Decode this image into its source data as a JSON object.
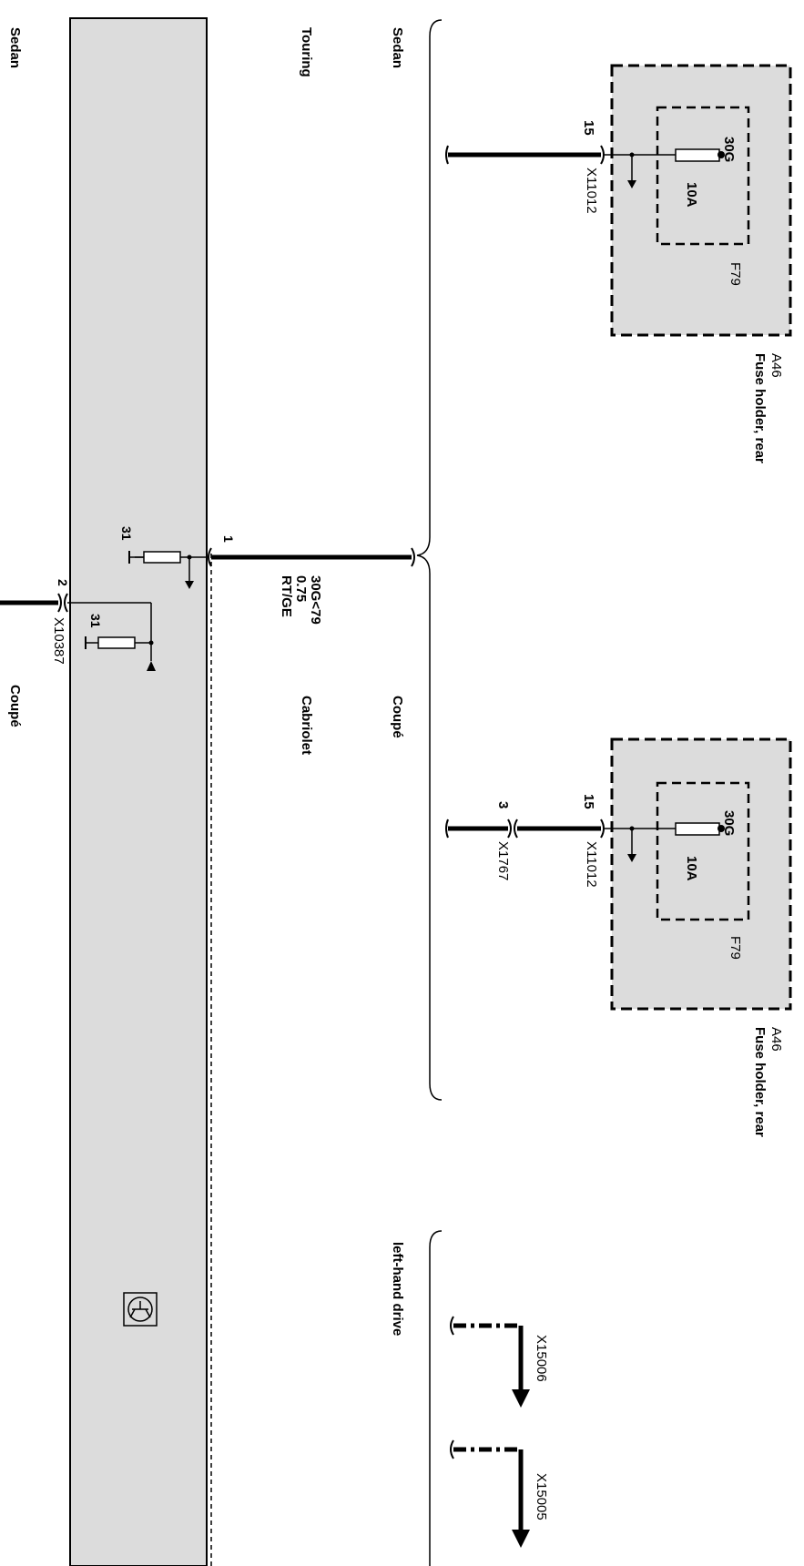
{
  "variants": {
    "sedan_left": "Sedan",
    "touring": "Touring",
    "sedan_top": "Sedan",
    "coupe_bottom": "Coupé",
    "cabriolet": "Cabriolet",
    "coupe_mid": "Coupé",
    "left_hand_drive": "left-hand drive"
  },
  "module_top": {
    "pin": "15",
    "connector": "X11012",
    "terminal": "30G",
    "rating": "10A",
    "fuse": "F79",
    "id": "A46",
    "name": "Fuse holder, rear"
  },
  "module_bottom": {
    "pin": "15",
    "connector": "X11012",
    "terminal": "30G",
    "rating": "10A",
    "fuse": "F79",
    "id": "A46",
    "name": "Fuse holder, rear",
    "ext_pin": "3",
    "ext_connector": "X1767"
  },
  "wire": {
    "label": "30G<79",
    "size": "0.75",
    "color": "RT/GE"
  },
  "control_unit": {
    "pin1": "1",
    "pin2": "2",
    "connector": "X10387",
    "ground_a": "31",
    "ground_b": "31"
  },
  "lhd_connectors": {
    "a": "X15006",
    "b": "X15005"
  },
  "colors": {
    "box_fill": "#dcdcdc",
    "line": "#000000"
  }
}
